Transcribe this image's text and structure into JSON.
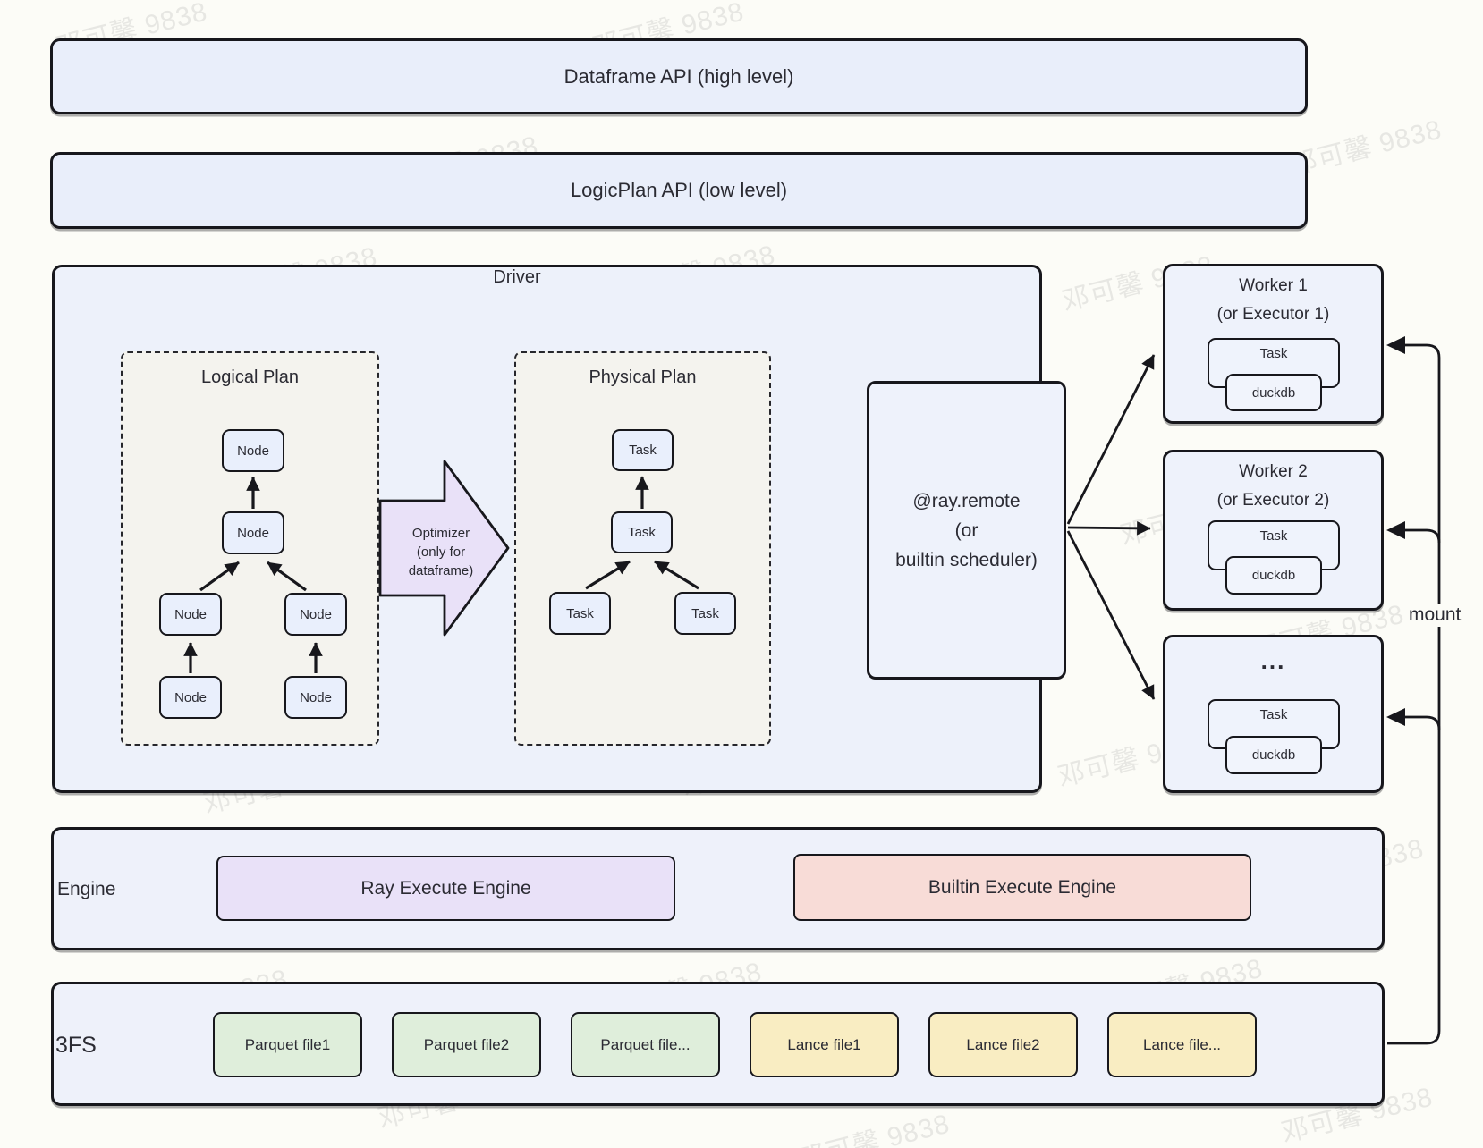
{
  "watermark": {
    "text": "邓可馨 9838"
  },
  "api_layers": {
    "dataframe": "Dataframe API (high level)",
    "logicplan": "LogicPlan API (low level)"
  },
  "driver": {
    "title": "Driver",
    "logical_plan": {
      "title": "Logical Plan",
      "node_label": "Node"
    },
    "optimizer": {
      "line1": "Optimizer",
      "line2": "(only for",
      "line3": "dataframe)"
    },
    "physical_plan": {
      "title": "Physical Plan",
      "task_label": "Task"
    },
    "scheduler": {
      "line1": "@ray.remote",
      "line2": "(or",
      "line3": "builtin scheduler)"
    }
  },
  "workers": [
    {
      "title": "Worker 1",
      "subtitle": "(or Executor 1)",
      "task_label": "Task",
      "engine_label": "duckdb"
    },
    {
      "title": "Worker 2",
      "subtitle": "(or Executor 2)",
      "task_label": "Task",
      "engine_label": "duckdb"
    },
    {
      "title": "...",
      "subtitle": "",
      "task_label": "Task",
      "engine_label": "duckdb"
    }
  ],
  "mount_label": "mount",
  "engine_row": {
    "label": "Engine",
    "ray_engine": "Ray Execute Engine",
    "builtin_engine": "Builtin Execute Engine"
  },
  "storage_row": {
    "label": "3FS",
    "files": [
      {
        "label": "Parquet file1",
        "type": "parquet"
      },
      {
        "label": "Parquet file2",
        "type": "parquet"
      },
      {
        "label": "Parquet file...",
        "type": "parquet"
      },
      {
        "label": "Lance file1",
        "type": "lance"
      },
      {
        "label": "Lance file2",
        "type": "lance"
      },
      {
        "label": "Lance file...",
        "type": "lance"
      }
    ]
  },
  "colors": {
    "box_blue": "#e9eefa",
    "driver_blue": "#edf1fa",
    "plan_beige": "#f4f3ee",
    "optimizer_purple": "#e9e1f8",
    "builtin_pink": "#f8dcd7",
    "parquet_green": "#dfeedb",
    "lance_yellow": "#f9edc2",
    "border_dark": "#17171c"
  }
}
